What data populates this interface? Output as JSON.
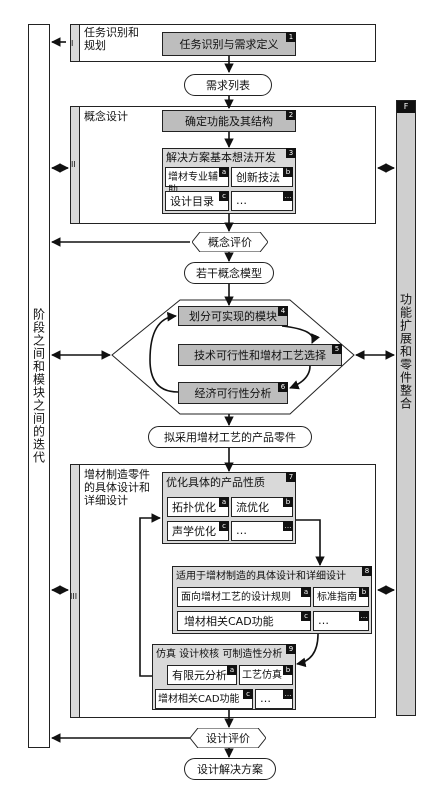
{
  "left_bar_label": "阶段之间和模块之间的迭代",
  "right_bar_label": "功能扩展和零件整合",
  "right_bar_tag": "F",
  "phases": {
    "p1": {
      "roman": "I",
      "title": "任务识别和规划",
      "main_box": "任务识别与需求定义",
      "main_num": "1"
    },
    "p2": {
      "roman": "II",
      "title": "概念设计",
      "top_box": "确定功能及其结构",
      "top_num": "2",
      "group_title": "解决方案基本想法开发",
      "group_num": "3",
      "cells": [
        "增材专业辅助",
        "创新技法",
        "设计目录",
        "…"
      ],
      "cell_nums": [
        "a",
        "b",
        "c",
        "…"
      ]
    },
    "p3": {
      "roman": "III",
      "title": "增材制造零件的具体设计和详细设计",
      "g7_title": "优化具体的产品性质",
      "g7_num": "7",
      "g7_cells": [
        "拓扑优化",
        "流优化",
        "声学优化",
        "…"
      ],
      "g8_title": "适用于增材制造的具体设计和详细设计",
      "g8_num": "8",
      "g8_cells": [
        "面向增材工艺的设计规则",
        "标准指南",
        "增材相关CAD功能",
        "…"
      ],
      "g9_title": "仿真 设计校核 可制造性分析",
      "g9_num": "9",
      "g9_cells": [
        "有限元分析",
        "工艺仿真",
        "增材相关CAD功能",
        "…"
      ]
    }
  },
  "flow": {
    "requirements": "需求列表",
    "concept_eval": "概念评价",
    "concept_models": "若干概念模型",
    "feasible_modules": "划分可实现的模块",
    "feasible_num": "4",
    "tech_feasibility": "技术可行性和增材工艺选择",
    "tech_num": "5",
    "econ_feasibility": "经济可行性分析",
    "econ_num": "6",
    "planned_parts": "拟采用增材工艺的产品零件",
    "design_eval": "设计评价",
    "design_solution": "设计解决方案"
  }
}
